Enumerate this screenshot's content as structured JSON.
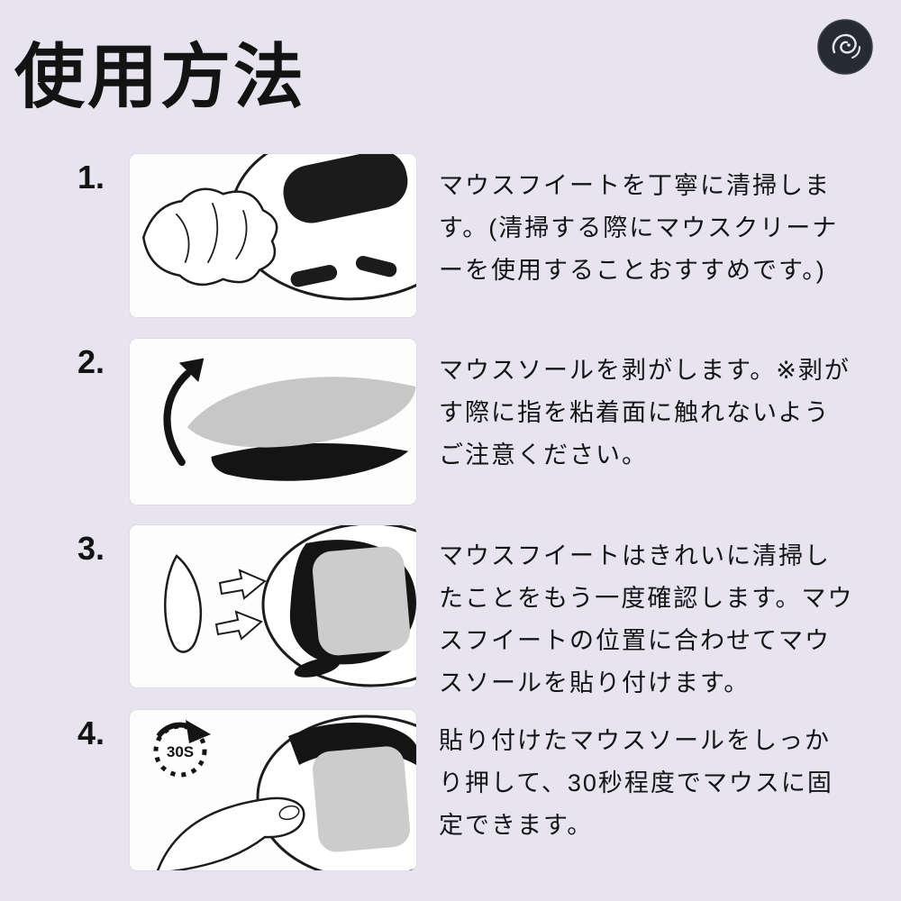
{
  "page": {
    "title": "使用方法"
  },
  "colors": {
    "background": "#e7e4f0",
    "card": "#fdfdfd",
    "ink": "#141414",
    "sole_gray": "#c7c7c7",
    "logo_dark": "#252a33"
  },
  "timer_label": "30S",
  "steps": [
    {
      "number": "1.",
      "text": "マウスフイートを丁寧に清掃します。(清掃する際にマウスクリーナーを使用することおすすめです。)",
      "illustration": "cloth-wiping-mouse-bottom"
    },
    {
      "number": "2.",
      "text": "マウスソールを剥がします。※剥がす際に指を粘着面に触れないようご注意ください。",
      "illustration": "peeling-sole-with-arrow"
    },
    {
      "number": "3.",
      "text": "マウスフイートはきれいに清掃したことをもう一度確認します。マウスフイートの位置に合わせてマウスソールを貼り付けます。",
      "illustration": "aligning-sole-to-mouse"
    },
    {
      "number": "4.",
      "text": "貼り付けたマウスソールをしっかり押して、30秒程度でマウスに固定できます。",
      "illustration": "press-sole-30-seconds"
    }
  ]
}
